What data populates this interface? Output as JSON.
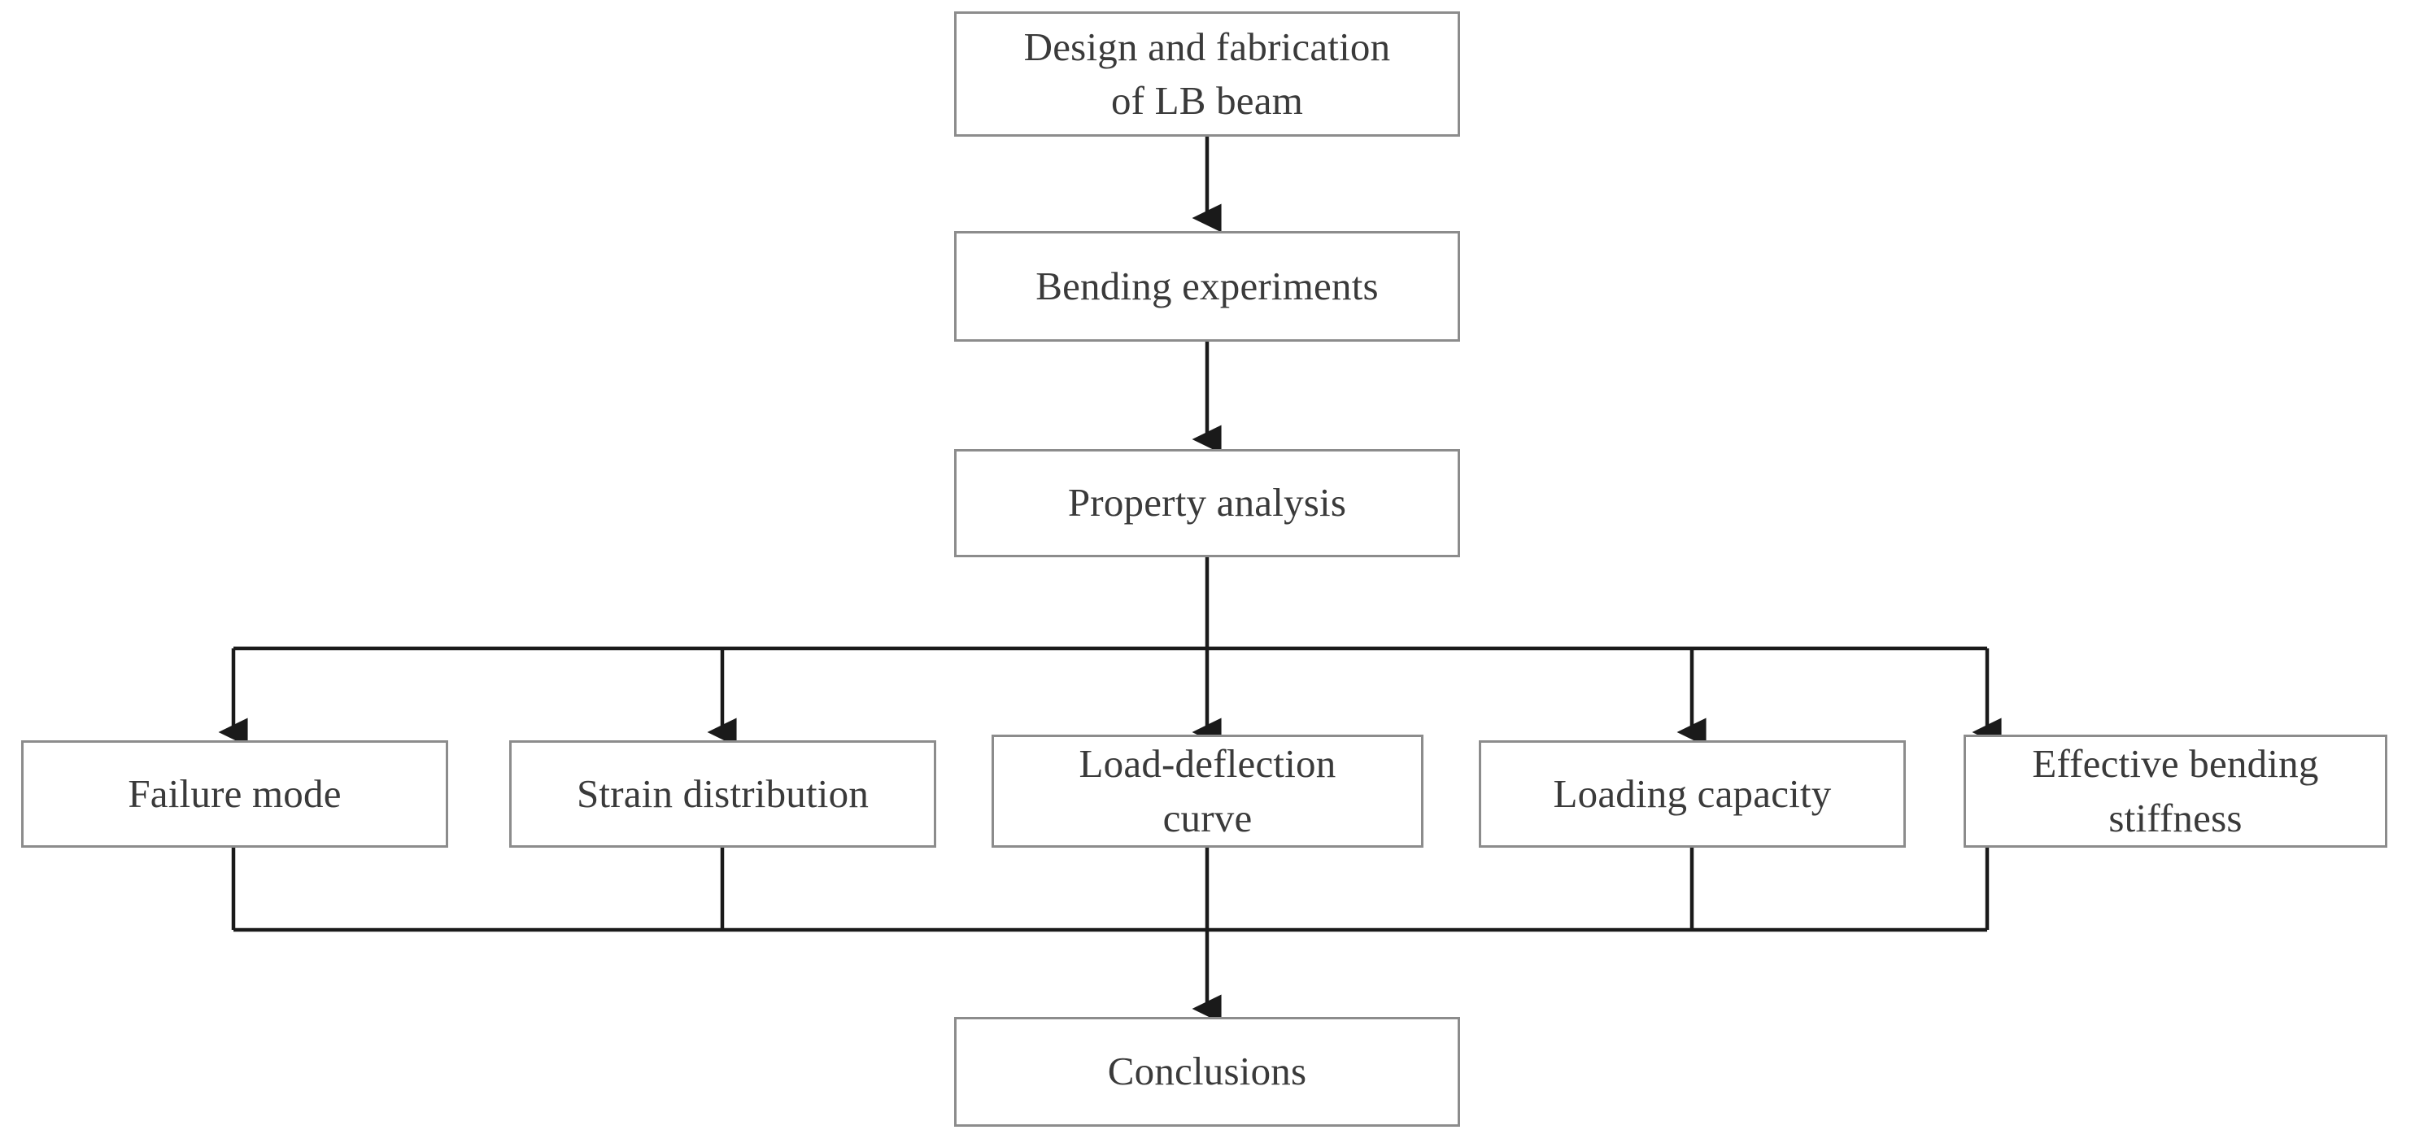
{
  "diagram": {
    "type": "flowchart",
    "title": "Research methodology flowchart",
    "orientation": "top-to-bottom",
    "colors": {
      "box_border": "#8c8c8c",
      "connector": "#1a1a1a",
      "text": "#3a3a3a",
      "background": "#ffffff"
    },
    "nodes": [
      {
        "id": "design",
        "label": "Design and fabrication\nof LB beam",
        "lines": 2
      },
      {
        "id": "bending",
        "label": "Bending experiments",
        "lines": 1
      },
      {
        "id": "property",
        "label": "Property analysis",
        "lines": 1
      },
      {
        "id": "failure",
        "label": "Failure mode",
        "lines": 1
      },
      {
        "id": "strain",
        "label": "Strain distribution",
        "lines": 1
      },
      {
        "id": "loaddefl",
        "label": "Load-deflection\ncurve",
        "lines": 2
      },
      {
        "id": "capacity",
        "label": "Loading capacity",
        "lines": 1
      },
      {
        "id": "stiffness",
        "label": "Effective bending\nstiffness",
        "lines": 2
      },
      {
        "id": "conclusions",
        "label": "Conclusions",
        "lines": 1
      }
    ],
    "edges": [
      {
        "from": "design",
        "to": "bending",
        "arrow": true
      },
      {
        "from": "bending",
        "to": "property",
        "arrow": true
      },
      {
        "from": "property",
        "to": "failure",
        "arrow": true
      },
      {
        "from": "property",
        "to": "strain",
        "arrow": true
      },
      {
        "from": "property",
        "to": "loaddefl",
        "arrow": true
      },
      {
        "from": "property",
        "to": "capacity",
        "arrow": true
      },
      {
        "from": "property",
        "to": "stiffness",
        "arrow": true
      },
      {
        "from": "failure",
        "to": "conclusions",
        "arrow": true
      },
      {
        "from": "strain",
        "to": "conclusions",
        "arrow": true
      },
      {
        "from": "loaddefl",
        "to": "conclusions",
        "arrow": true
      },
      {
        "from": "capacity",
        "to": "conclusions",
        "arrow": true
      },
      {
        "from": "stiffness",
        "to": "conclusions",
        "arrow": true
      }
    ]
  }
}
